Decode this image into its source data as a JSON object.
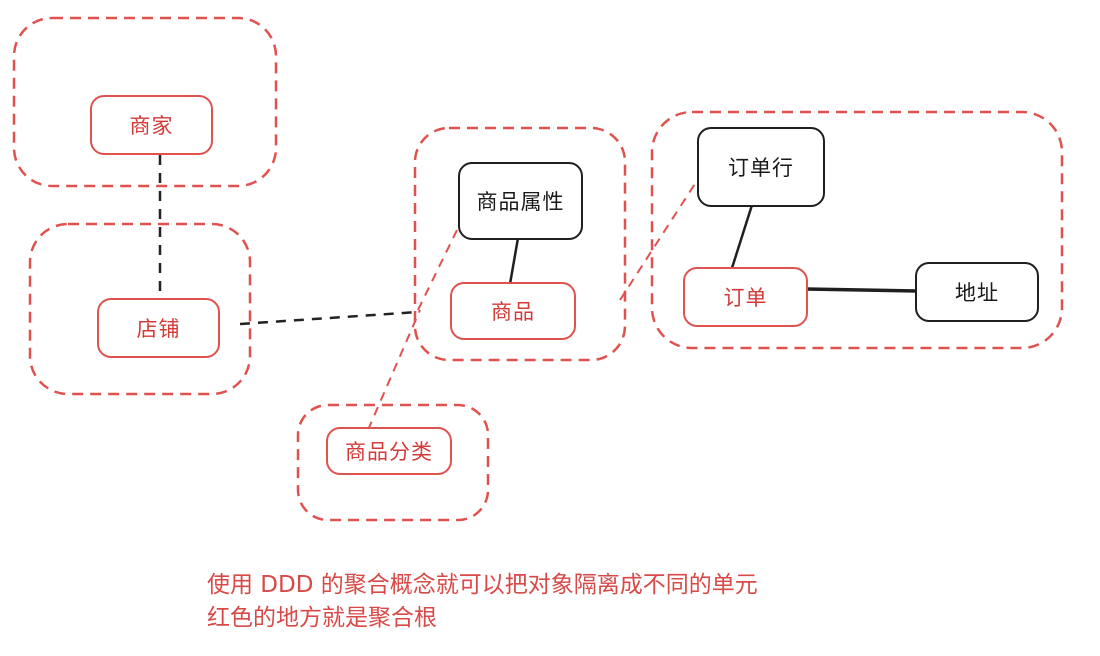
{
  "diagram": {
    "colors": {
      "aggregate_root": "#e0524f",
      "aggregate_boundary": "#e0524f",
      "entity": "#1f1f1f",
      "dependency_line": "#222222"
    },
    "nodes": {
      "merchant": "商家",
      "store": "店铺",
      "product_attribute": "商品属性",
      "product": "商品",
      "product_category": "商品分类",
      "order_line": "订单行",
      "order": "订单",
      "address": "地址"
    },
    "aggregate_roots": [
      "商家",
      "店铺",
      "商品",
      "商品分类",
      "订单"
    ],
    "entities": [
      "商品属性",
      "订单行",
      "地址"
    ],
    "caption": {
      "line1": "使用 DDD 的聚合概念就可以把对象隔离成不同的单元",
      "line2": "红色的地方就是聚合根"
    }
  }
}
